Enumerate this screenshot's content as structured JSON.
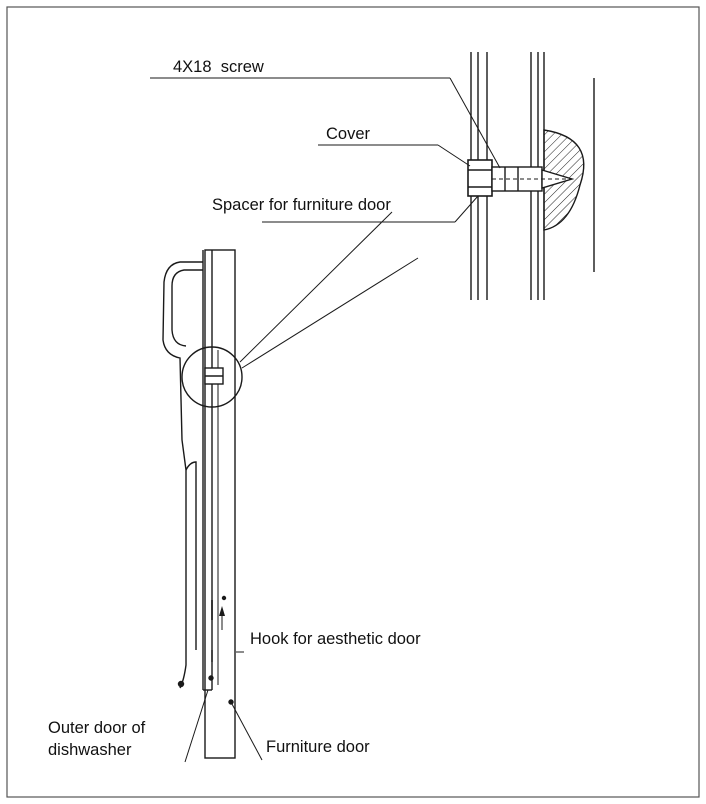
{
  "labels": {
    "screw": "4X18  screw",
    "cover": "Cover",
    "spacer": "Spacer for furniture door",
    "hook": "Hook for aesthetic door",
    "outer_door_line1": "Outer door of",
    "outer_door_line2": "dishwasher",
    "furniture_door": "Furniture door"
  },
  "colors": {
    "line": "#1a1a1a",
    "frame": "#555555",
    "hatch": "#222222",
    "background": "#ffffff"
  }
}
